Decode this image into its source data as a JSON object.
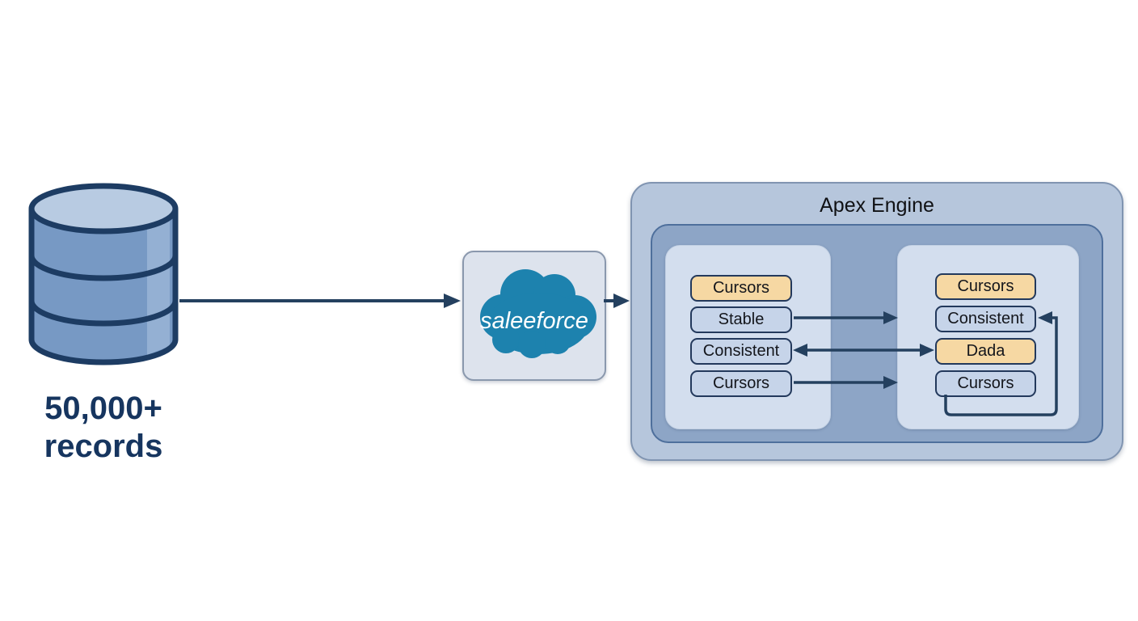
{
  "diagram": {
    "database": {
      "icon": "database-cylinder-icon",
      "label_line1": "50,000+",
      "label_line2": "records"
    },
    "salesforce": {
      "icon": "cloud-icon",
      "logo_text": "saleeforce"
    },
    "apex_engine": {
      "title": "Apex Engine",
      "left_panel": {
        "nodes": [
          {
            "label": "Cursors",
            "bg": "#f6d8a3"
          },
          {
            "label": "Stable",
            "bg": "#c6d4e9"
          },
          {
            "label": "Consistent",
            "bg": "#c6d4e9"
          },
          {
            "label": "Cursors",
            "bg": "#c6d4e9"
          }
        ]
      },
      "right_panel": {
        "nodes": [
          {
            "label": "Cursors",
            "bg": "#f6d8a3"
          },
          {
            "label": "Consistent",
            "bg": "#c6d4e9"
          },
          {
            "label": "Dada",
            "bg": "#f6d8a3"
          },
          {
            "label": "Cursors",
            "bg": "#c6d4e9"
          }
        ]
      }
    },
    "connectors": [
      {
        "from": "database",
        "to": "salesforce",
        "direction": "right"
      },
      {
        "from": "salesforce",
        "to": "apex-engine",
        "direction": "right"
      },
      {
        "from": "left-panel-stable",
        "to": "right-panel-consistent",
        "direction": "right"
      },
      {
        "from": "left-panel-consistent",
        "to": "right-panel-dada",
        "direction": "both"
      },
      {
        "from": "left-panel-cursors-bottom",
        "to": "right-panel-cursors-bottom",
        "direction": "right"
      },
      {
        "from": "right-panel-cursors-bottom",
        "to": "right-panel-consistent",
        "direction": "loop-left"
      }
    ],
    "colors": {
      "node_accent_bg": "#f6d8a3",
      "node_default_bg": "#c6d4e9",
      "node_border": "#23395c",
      "arrow": "#24405f",
      "database_fill": "#7799c4",
      "database_top_fill": "#b8cbe2",
      "database_outline": "#1d3c63",
      "salesforce_cloud": "#1d82ae",
      "salesforce_box_bg": "#dde3ed",
      "apex_outer_bg": "#b6c6dc",
      "apex_inner_bg": "#8da5c6",
      "panel_bg": "#d3deee",
      "label_text": "#16355f"
    }
  }
}
